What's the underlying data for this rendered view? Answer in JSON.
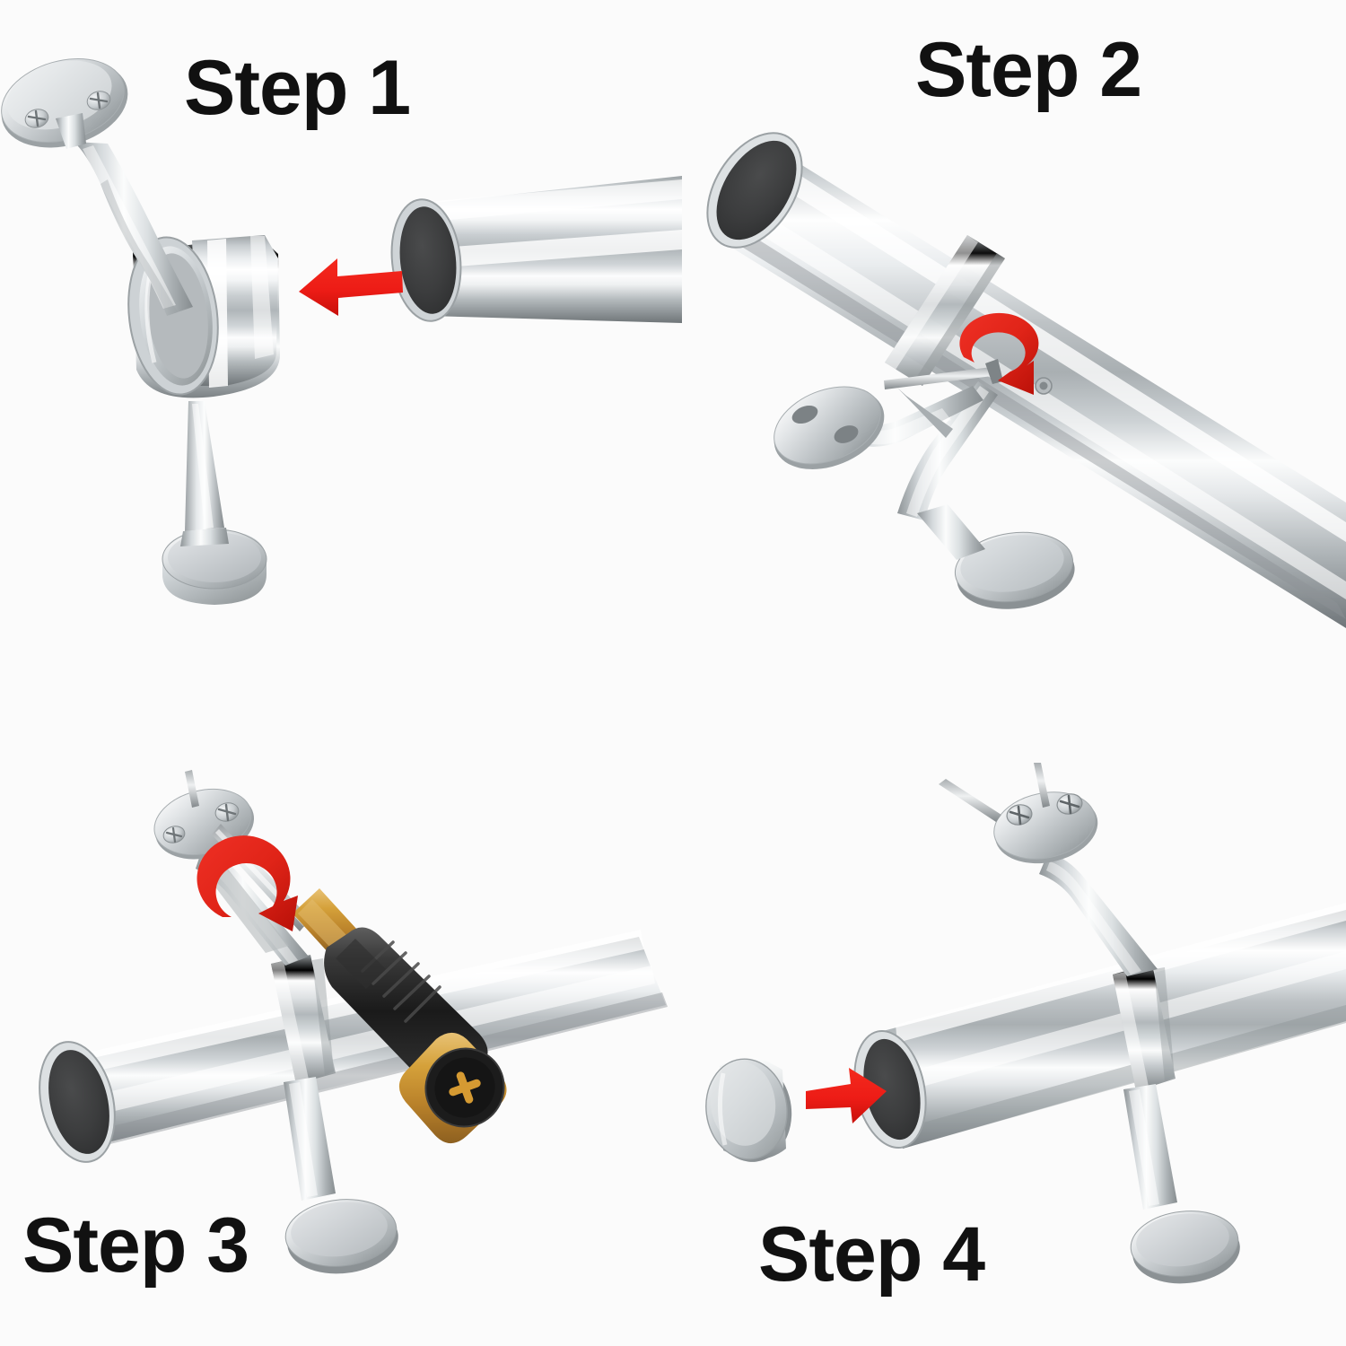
{
  "document": {
    "title": "Handrail Bracket Installation Instructions",
    "background_color": "#fbfbfb",
    "layout": "2x2 grid of instructional illustration panels"
  },
  "panels": [
    {
      "id": "step-1",
      "label": "Step 1",
      "label_position": "top-center-left",
      "description": "Wall-mount handrail bracket with oval flange plate and open collar ring; stainless steel tube slides into the collar",
      "arrow": {
        "type": "straight",
        "direction": "left",
        "color": "#ed1c16"
      },
      "components": [
        "oval-wall-flange",
        "two-flange-screws",
        "curved-bracket-arm",
        "collar-ring",
        "support-post",
        "oval-base-foot",
        "stainless-tube"
      ]
    },
    {
      "id": "step-2",
      "label": "Step 2",
      "label_position": "top-right",
      "description": "Tube seated in bracket collar; tighten the set screw on the collar, rotating clockwise with an allen key",
      "arrow": {
        "type": "curved",
        "direction": "clockwise",
        "color": "#e02418"
      },
      "components": [
        "stainless-tube",
        "bracket-collar",
        "set-screw",
        "allen-key",
        "Y-shaped-bracket-arm",
        "oval-wall-flange",
        "oval-base-foot"
      ]
    },
    {
      "id": "step-3",
      "label": "Step 3",
      "label_position": "bottom-left",
      "description": "Fasten the oval wall flange to the wall by driving the Phillips screws with a screwdriver, turning clockwise",
      "arrow": {
        "type": "curved",
        "direction": "clockwise",
        "color": "#e02418"
      },
      "tool": {
        "name": "phillips-screwdriver",
        "handle_colors": [
          "#1c1c1c",
          "#d59a32"
        ],
        "end_cap_symbol": "cross"
      },
      "components": [
        "stainless-tube",
        "bracket",
        "oval-wall-flange",
        "two-mounting-pins",
        "phillips-screw",
        "screwdriver",
        "oval-base-foot"
      ]
    },
    {
      "id": "step-4",
      "label": "Step 4",
      "label_position": "bottom-center-right",
      "description": "Press the stainless steel end cap into the open end of the tube to finish the installation",
      "arrow": {
        "type": "straight",
        "direction": "right",
        "color": "#ed1c16"
      },
      "components": [
        "end-cap-disc",
        "stainless-tube",
        "bracket-collar",
        "oval-wall-flange",
        "two-phillips-screws",
        "two-mounting-pins",
        "oval-base-foot"
      ]
    }
  ],
  "palette": {
    "background": "#fbfbfb",
    "text": "#111111",
    "arrow_red": "#ed1c16",
    "arrow_red_dark": "#c21108",
    "steel_light": "#fdfdfd",
    "steel_mid": "#b9bcbe",
    "steel_dark": "#7e8385",
    "steel_shadow": "#5c6164",
    "bore_dark": "#3b3c3d",
    "handle_black": "#1c1c1c",
    "handle_gold": "#d59a32"
  }
}
